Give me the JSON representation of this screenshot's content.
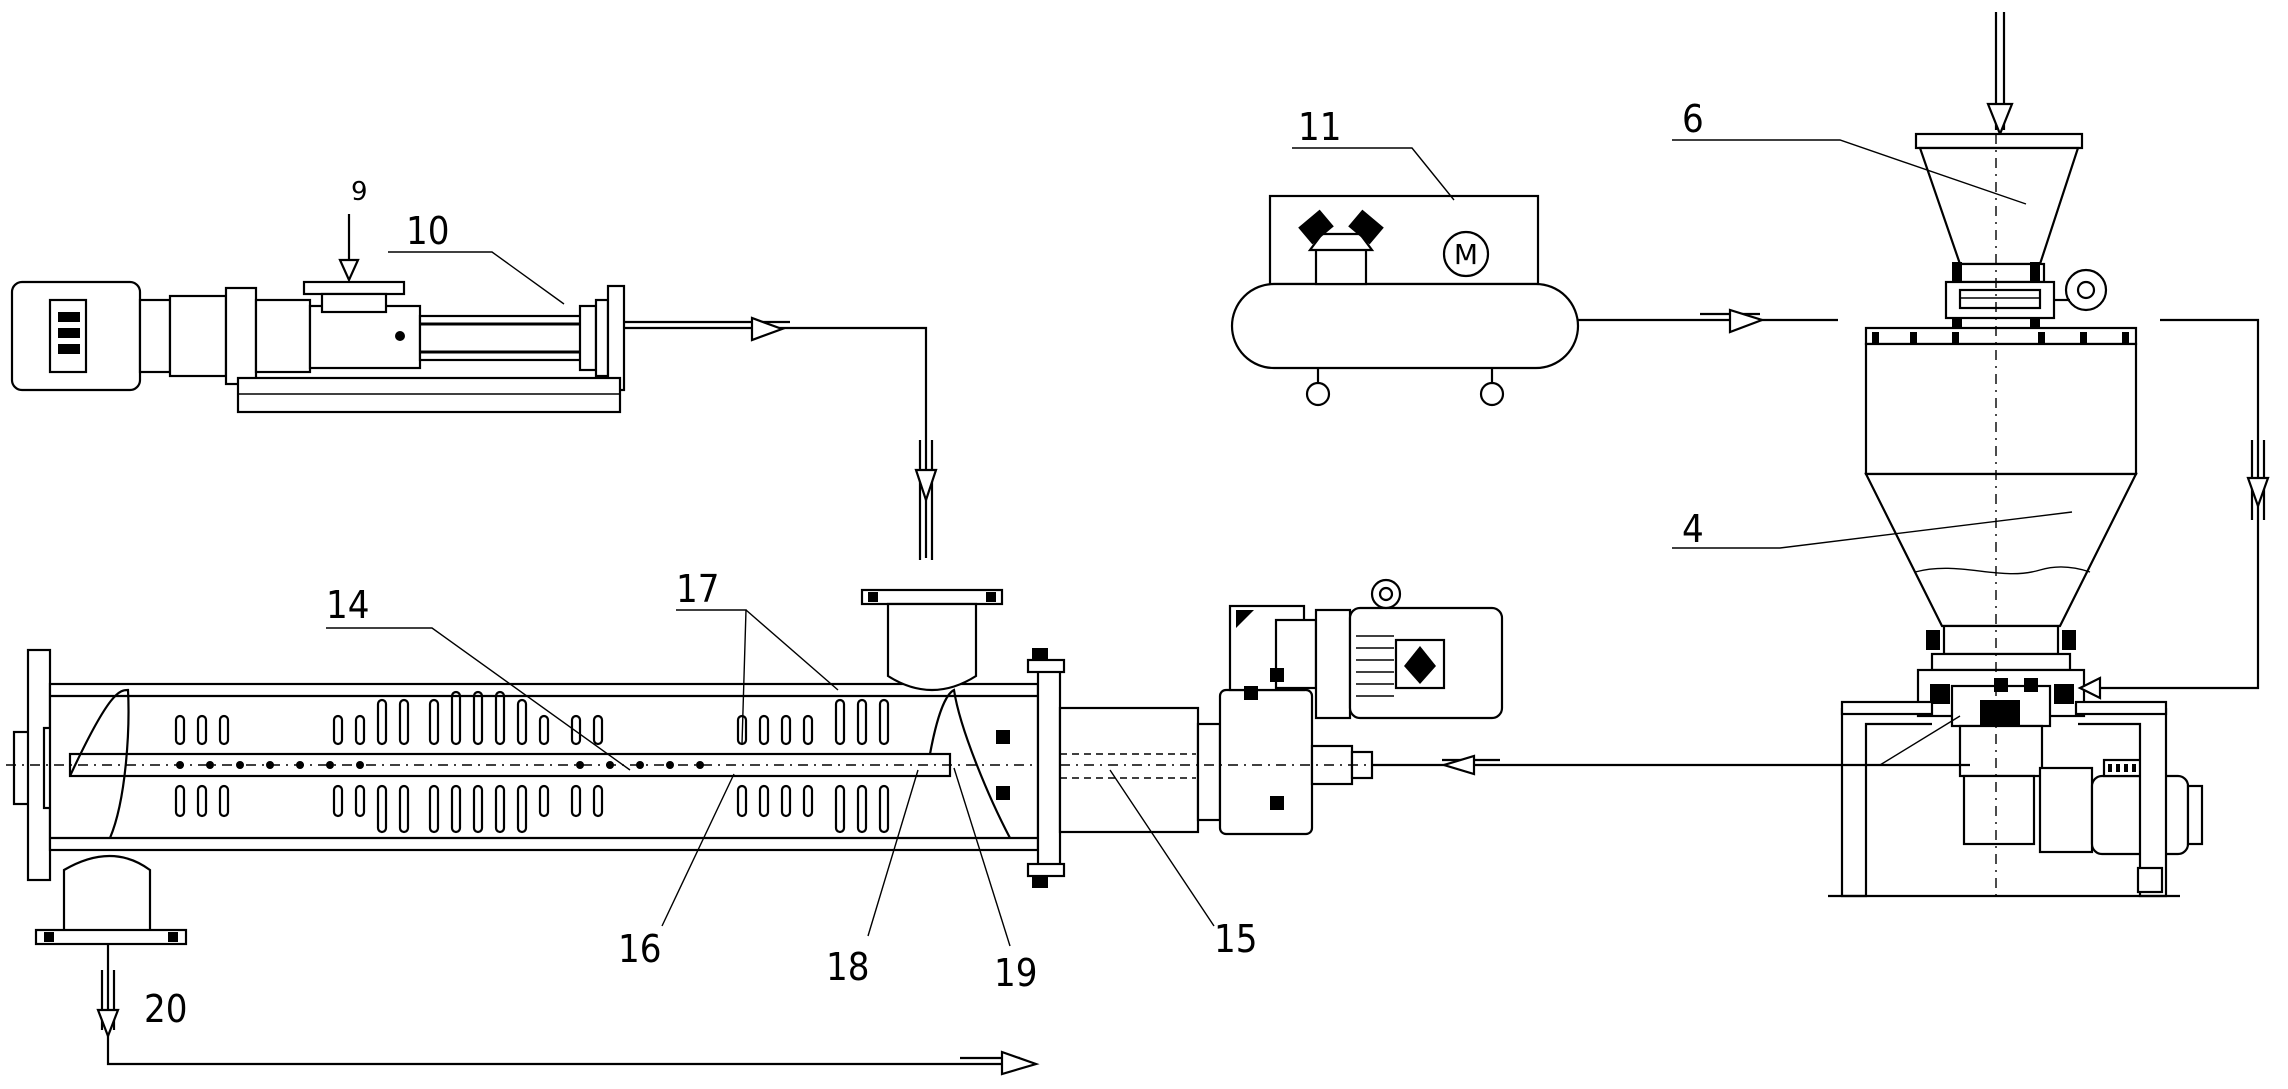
{
  "labels": {
    "l4": "4",
    "l6": "6",
    "l9": "9",
    "l10": "10",
    "l11": "11",
    "l14": "14",
    "l15": "15",
    "l16": "16",
    "l17": "17",
    "l18": "18",
    "l19": "19",
    "l20": "20"
  },
  "motor_symbol": "M"
}
